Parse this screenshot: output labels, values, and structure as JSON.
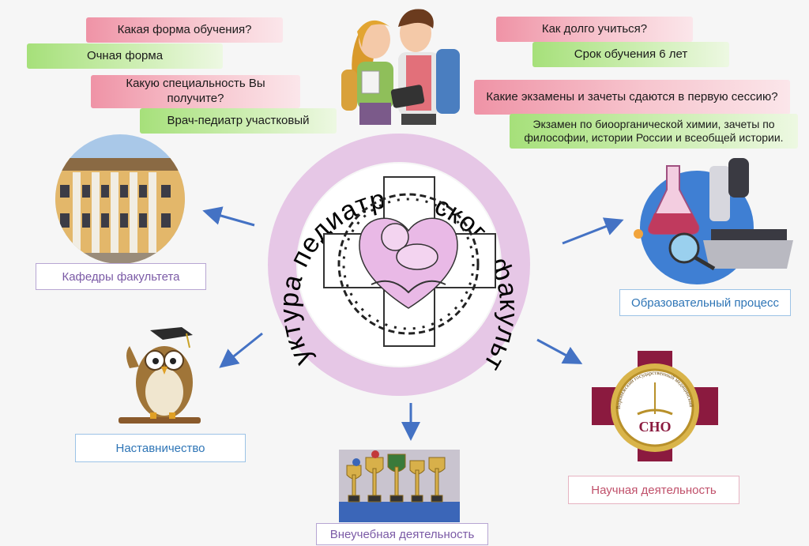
{
  "questions": {
    "q1": "Какая форма обучения?",
    "a1": "Очная форма",
    "q2": "Какую специальность Вы получите?",
    "a2": "Врач-педиатр участковый",
    "q3": "Как долго учиться?",
    "a3": "Срок обучения 6 лет",
    "q4": "Какие экзамены и зачеты сдаются в первую сессию?",
    "a4": "Экзамен по биоорганической химии, зачеты по философии, истории России и всеобщей истории."
  },
  "center": {
    "title": "Структура педиатрического факультета",
    "title_color": "#000000",
    "ring_color": "#e6c7e6"
  },
  "sections": {
    "departments": "Кафедры факультета",
    "education": "Образовательный процесс",
    "mentorship": "Наставничество",
    "extracurricular": "Внеучебная деятельность",
    "science": "Научная деятельность"
  },
  "science_emblem": {
    "center_text": "СНО",
    "ring_text": "Воронежский государственный медицинский университет им. Н.Н. Бурденко"
  },
  "colors": {
    "arrow": "#4472c4",
    "departments_text": "#7b5aa6",
    "education_text": "#2e75b6",
    "mentorship_text": "#2e75b6",
    "extracurricular_text": "#7b5aa6",
    "science_text": "#c0506a"
  }
}
